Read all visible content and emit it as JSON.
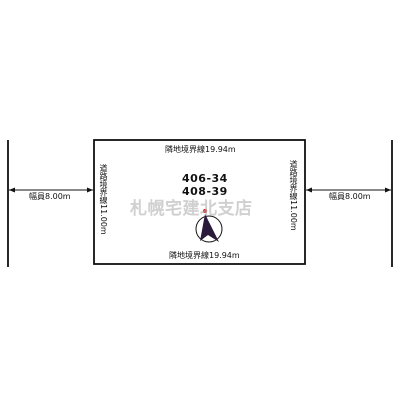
{
  "labels": {
    "top_boundary": "隣地境界線19.94m",
    "bottom_boundary": "隣地境界線19.94m",
    "left_boundary": "道路境界線11.00m",
    "right_boundary": "道路境界線11.00m",
    "left_road_width": "幅員8.00m",
    "right_road_width": "幅員8.00m"
  },
  "lots": [
    "406-34",
    "408-39"
  ],
  "watermark": "札幌宅建北支店",
  "colors": {
    "line": "#111111",
    "compass_fill": "#2a1a3a",
    "compass_mark": "#dd2222"
  }
}
